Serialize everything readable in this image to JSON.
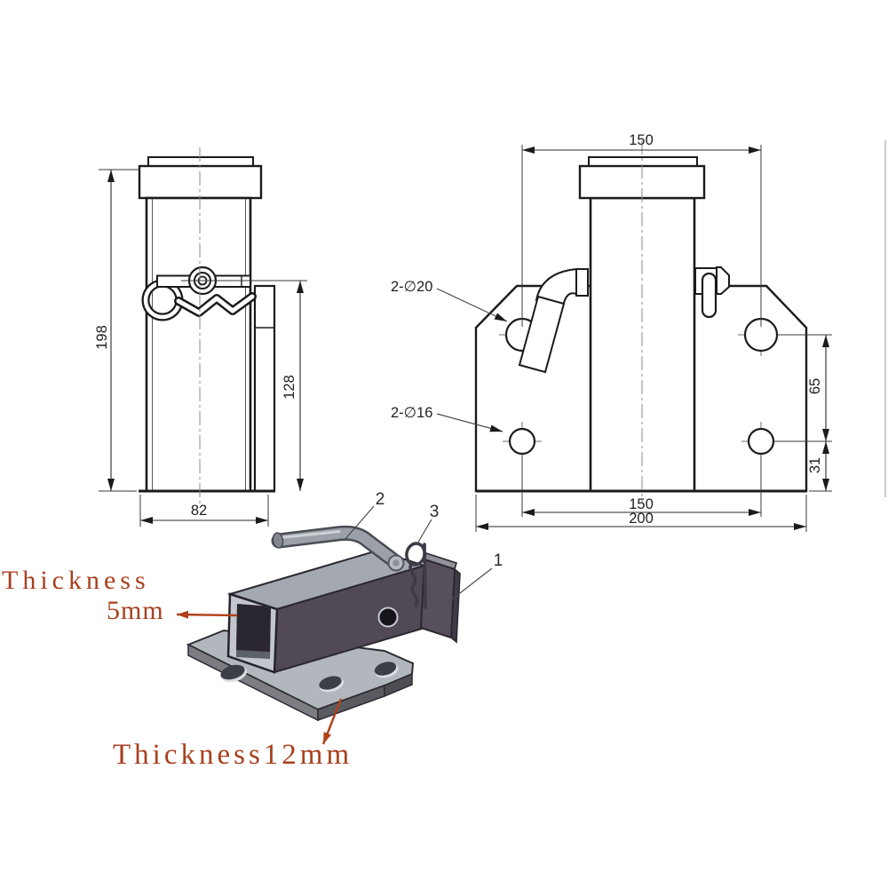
{
  "side_view": {
    "dim_total_height": "198",
    "dim_plate_height": "128",
    "dim_tube_width": "82"
  },
  "front_view": {
    "dim_top_hole_spacing": "150",
    "dim_hole_vertical_spacing": "65",
    "dim_hole_bottom_offset": "31",
    "dim_bottom_hole_spacing": "150",
    "dim_plate_width": "200",
    "callout_top_holes": "2-∅20",
    "callout_bottom_holes": "2-∅16"
  },
  "iso_view": {
    "label_end_plate": "1",
    "label_handle_pin": "2",
    "label_r_clip": "3",
    "annotation_thickness_word": "Thickness",
    "annotation_tube_thickness": "5mm",
    "annotation_base_thickness": "Thickness12mm"
  },
  "colors": {
    "annotation_red": "#a8401e",
    "drawing_line": "#1b1b1b",
    "tube_dark_face": "#4f4754",
    "metal_light": "#b2b6bd"
  }
}
